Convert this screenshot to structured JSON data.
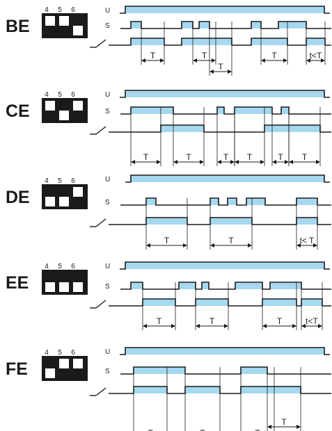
{
  "fill_color": "#a6d8f0",
  "line_color": "#1a1a1a",
  "signal_labels": {
    "u": "U",
    "s": "S"
  },
  "pin_numbers": [
    "4",
    "5",
    "6"
  ],
  "panels": [
    {
      "mode": "BE",
      "dip_up": [
        true,
        true,
        false
      ],
      "u_on": 180,
      "s_pulses": [
        [
          188,
          203
        ],
        [
          261,
          277
        ],
        [
          286,
          301
        ],
        [
          361,
          375
        ],
        [
          400,
          440
        ]
      ],
      "out_pulses": [
        [
          188,
          236
        ],
        [
          261,
          333
        ],
        [
          361,
          413
        ],
        [
          440,
          467
        ]
      ],
      "intervals": [
        {
          "label": "T",
          "from": 203,
          "to": 236,
          "row": 0
        },
        {
          "label": "T",
          "from": 277,
          "to": 310,
          "row": 0
        },
        {
          "label": "T",
          "from": 301,
          "to": 333,
          "row": 1
        },
        {
          "label": "T",
          "from": 375,
          "to": 413,
          "row": 0
        },
        {
          "label": "t<T",
          "from": 440,
          "to": 467,
          "row": 0
        }
      ]
    },
    {
      "mode": "CE",
      "dip_up": [
        true,
        false,
        true
      ],
      "u_on": 180,
      "s_pulses": [
        [
          188,
          249
        ],
        [
          312,
          322
        ],
        [
          337,
          391
        ],
        [
          404,
          415
        ]
      ],
      "out_pulses": [
        [
          231,
          293
        ],
        [
          380,
          460
        ]
      ],
      "intervals": [
        {
          "label": "T",
          "from": 188,
          "to": 231,
          "row": 0
        },
        {
          "label": "T",
          "from": 249,
          "to": 293,
          "row": 0
        },
        {
          "label": "T",
          "from": 312,
          "to": 337,
          "row": 0
        },
        {
          "label": "T",
          "from": 337,
          "to": 380,
          "row": 0
        },
        {
          "label": "T",
          "from": 391,
          "to": 415,
          "row": 0
        },
        {
          "label": "T",
          "from": 415,
          "to": 460,
          "row": 0
        }
      ]
    },
    {
      "mode": "DE",
      "dip_up": [
        false,
        false,
        true
      ],
      "u_on": 188,
      "s_pulses": [
        [
          210,
          224
        ],
        [
          302,
          314
        ],
        [
          327,
          340
        ],
        [
          354,
          381
        ],
        [
          426,
          456
        ]
      ],
      "out_pulses": [
        [
          210,
          269
        ],
        [
          302,
          362
        ],
        [
          426,
          456
        ]
      ],
      "intervals": [
        {
          "label": "T",
          "from": 210,
          "to": 269,
          "row": 0
        },
        {
          "label": "T",
          "from": 302,
          "to": 362,
          "row": 0
        },
        {
          "label": "t< T",
          "from": 426,
          "to": 456,
          "row": 0
        }
      ]
    },
    {
      "mode": "EE",
      "dip_up": [
        false,
        false,
        false
      ],
      "u_on": 180,
      "s_pulses": [
        [
          188,
          205
        ],
        [
          257,
          281
        ],
        [
          290,
          300
        ],
        [
          338,
          377
        ],
        [
          388,
          433
        ]
      ],
      "out_pulses": [
        [
          205,
          252
        ],
        [
          281,
          328
        ],
        [
          377,
          426
        ],
        [
          433,
          463
        ]
      ],
      "intervals": [
        {
          "label": "T",
          "from": 205,
          "to": 252,
          "row": 0
        },
        {
          "label": "T",
          "from": 281,
          "to": 328,
          "row": 0
        },
        {
          "label": "T",
          "from": 377,
          "to": 426,
          "row": 0
        },
        {
          "label": "t<T",
          "from": 433,
          "to": 463,
          "row": 0
        }
      ]
    },
    {
      "mode": "FE",
      "dip_up": [
        false,
        true,
        true
      ],
      "u_on": 180,
      "s_pulses": [
        [
          192,
          266
        ],
        [
          346,
          384
        ]
      ],
      "out_pulses": [
        [
          192,
          240
        ],
        [
          266,
          316
        ],
        [
          346,
          432
        ]
      ],
      "intervals": [
        {
          "label": "T",
          "from": 192,
          "to": 240,
          "row": 1
        },
        {
          "label": "T",
          "from": 266,
          "to": 316,
          "row": 1
        },
        {
          "label": "T",
          "from": 346,
          "to": 394,
          "row": 1
        },
        {
          "label": "T",
          "from": 384,
          "to": 432,
          "row": 0
        }
      ]
    }
  ]
}
